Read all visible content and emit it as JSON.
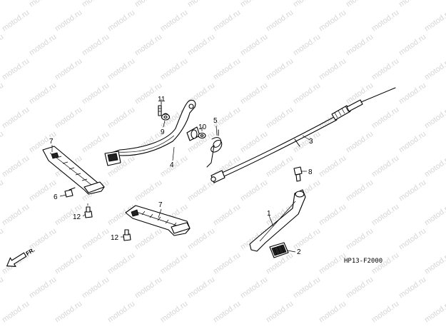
{
  "watermark": {
    "text": "motod.ru"
  },
  "diagram_code": "HP13-F2000",
  "direction_label": "FR.",
  "callouts": {
    "c11": "11",
    "c10": "10",
    "c9": "9",
    "c5": "5",
    "c3": "3",
    "c4": "4",
    "c7a": "7",
    "c7b": "7",
    "c6": "6",
    "c12a": "12",
    "c12b": "12",
    "c8": "8",
    "c1": "1",
    "c2": "2"
  }
}
